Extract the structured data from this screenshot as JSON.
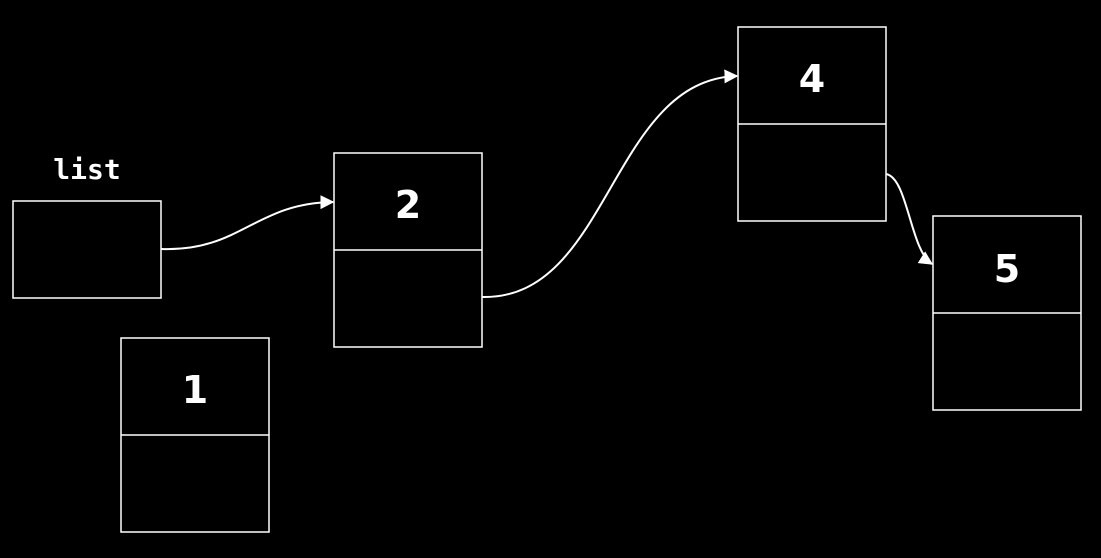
{
  "variable": {
    "name": "list"
  },
  "nodes": [
    {
      "id": "node-1",
      "value": "1"
    },
    {
      "id": "node-2",
      "value": "2"
    },
    {
      "id": "node-4",
      "value": "4"
    },
    {
      "id": "node-5",
      "value": "5"
    }
  ],
  "links": [
    {
      "from": "list",
      "to": "node-2"
    },
    {
      "from": "node-2",
      "to": "node-4"
    },
    {
      "from": "node-4",
      "to": "node-5"
    }
  ],
  "colors": {
    "background": "#000000",
    "stroke": "#ffffff",
    "text": "#ffffff"
  }
}
